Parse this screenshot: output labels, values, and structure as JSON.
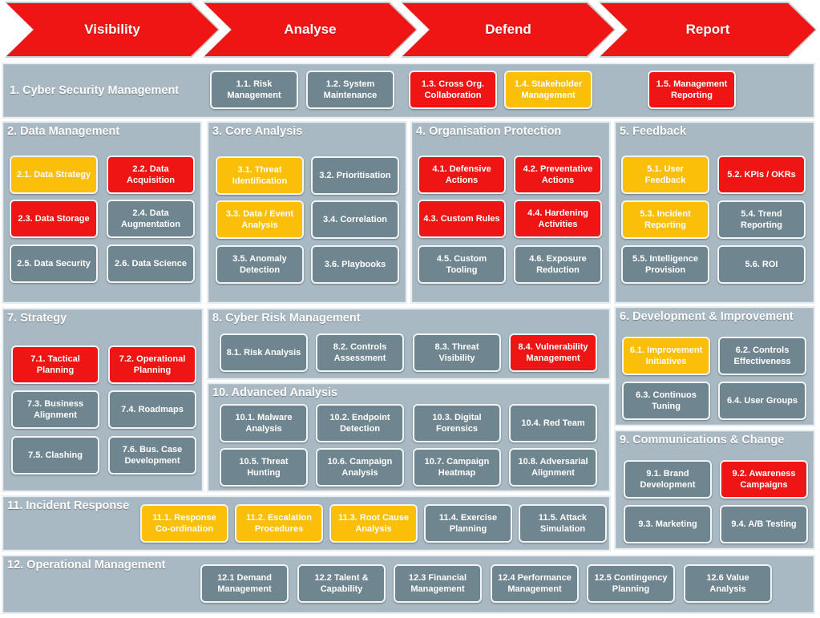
{
  "stages": [
    "Visibility",
    "Analyse",
    "Defend",
    "Report"
  ],
  "colors": {
    "grey": "#6f8690",
    "red": "#ef1515",
    "amber": "#fbbf0a",
    "panel": "#a9b9c3"
  },
  "sections": {
    "s1": {
      "title": "1. Cyber Security Management",
      "items": [
        {
          "label": "1.1. Risk Management",
          "status": "grey"
        },
        {
          "label": "1.2. System Maintenance",
          "status": "grey"
        },
        {
          "label": "1.3. Cross Org. Collaboration",
          "status": "red"
        },
        {
          "label": "1.4. Stakeholder Management",
          "status": "amber"
        },
        {
          "label": "1.5. Management Reporting",
          "status": "red"
        }
      ]
    },
    "s2": {
      "title": "2. Data Management",
      "items": [
        {
          "label": "2.1. Data Strategy",
          "status": "amber"
        },
        {
          "label": "2.2. Data Acquisition",
          "status": "red"
        },
        {
          "label": "2.3. Data Storage",
          "status": "red"
        },
        {
          "label": "2.4. Data Augmentation",
          "status": "grey"
        },
        {
          "label": "2.5. Data Security",
          "status": "grey"
        },
        {
          "label": "2.6. Data Science",
          "status": "grey"
        }
      ]
    },
    "s3": {
      "title": "3. Core Analysis",
      "items": [
        {
          "label": "3.1. Threat Identification",
          "status": "amber"
        },
        {
          "label": "3.2. Prioritisation",
          "status": "grey"
        },
        {
          "label": "3.3. Data / Event Analysis",
          "status": "amber"
        },
        {
          "label": "3.4. Correlation",
          "status": "grey"
        },
        {
          "label": "3.5. Anomaly Detection",
          "status": "grey"
        },
        {
          "label": "3.6. Playbooks",
          "status": "grey"
        }
      ]
    },
    "s4": {
      "title": "4. Organisation Protection",
      "items": [
        {
          "label": "4.1. Defensive Actions",
          "status": "red"
        },
        {
          "label": "4.2. Preventative Actions",
          "status": "red"
        },
        {
          "label": "4.3. Custom Rules",
          "status": "red"
        },
        {
          "label": "4.4. Hardening Activities",
          "status": "red"
        },
        {
          "label": "4.5.  Custom Tooling",
          "status": "grey"
        },
        {
          "label": "4.6. Exposure Reduction",
          "status": "grey"
        }
      ]
    },
    "s5": {
      "title": "5. Feedback",
      "items": [
        {
          "label": "5.1. User Feedback",
          "status": "amber"
        },
        {
          "label": "5.2. KPIs / OKRs",
          "status": "red"
        },
        {
          "label": "5.3. Incident Reporting",
          "status": "amber"
        },
        {
          "label": "5.4. Trend Reporting",
          "status": "grey"
        },
        {
          "label": "5.5. Intelligence Provision",
          "status": "grey"
        },
        {
          "label": "5.6. ROI",
          "status": "grey"
        }
      ]
    },
    "s6": {
      "title": "6. Development & Improvement",
      "items": [
        {
          "label": "6.1. Improvement Initiatives",
          "status": "amber"
        },
        {
          "label": "6.2. Controls Effectiveness",
          "status": "grey"
        },
        {
          "label": "6.3. Continuos Tuning",
          "status": "grey"
        },
        {
          "label": "6.4. User Groups",
          "status": "grey"
        }
      ]
    },
    "s7": {
      "title": "7. Strategy",
      "items": [
        {
          "label": "7.1. Tactical Planning",
          "status": "red"
        },
        {
          "label": "7.2. Operational Planning",
          "status": "red"
        },
        {
          "label": "7.3. Business Alignment",
          "status": "grey"
        },
        {
          "label": "7.4. Roadmaps",
          "status": "grey"
        },
        {
          "label": "7.5. Clashing",
          "status": "grey"
        },
        {
          "label": "7.6. Bus. Case Development",
          "status": "grey"
        }
      ]
    },
    "s8": {
      "title": "8. Cyber Risk Management",
      "items": [
        {
          "label": "8.1. Risk Analysis",
          "status": "grey"
        },
        {
          "label": "8.2. Controls Assessment",
          "status": "grey"
        },
        {
          "label": "8.3. Threat Visibility",
          "status": "grey"
        },
        {
          "label": "8.4. Vulnerability Management",
          "status": "red"
        }
      ]
    },
    "s9": {
      "title": "9. Communications & Change",
      "items": [
        {
          "label": "9.1. Brand Development",
          "status": "grey"
        },
        {
          "label": "9.2. Awareness Campaigns",
          "status": "red"
        },
        {
          "label": "9.3. Marketing",
          "status": "grey"
        },
        {
          "label": "9.4. A/B Testing",
          "status": "grey"
        }
      ]
    },
    "s10": {
      "title": "10. Advanced Analysis",
      "items": [
        {
          "label": "10.1. Malware Analysis",
          "status": "grey"
        },
        {
          "label": "10.2. Endpoint Detection",
          "status": "grey"
        },
        {
          "label": "10.3. Digital Forensics",
          "status": "grey"
        },
        {
          "label": "10.4. Red Team",
          "status": "grey"
        },
        {
          "label": "10.5. Threat Hunting",
          "status": "grey"
        },
        {
          "label": "10.6. Campaign Analysis",
          "status": "grey"
        },
        {
          "label": "10.7. Campaign Heatmap",
          "status": "grey"
        },
        {
          "label": "10.8. Adversarial Alignment",
          "status": "grey"
        }
      ]
    },
    "s11": {
      "title": "11. Incident Response",
      "items": [
        {
          "label": "11.1. Response Co-ordination",
          "status": "amber"
        },
        {
          "label": "11.2. Escalation Procedures",
          "status": "amber"
        },
        {
          "label": "11.3. Root Cause Analysis",
          "status": "amber"
        },
        {
          "label": "11.4. Exercise Planning",
          "status": "grey"
        },
        {
          "label": "11.5. Attack Simulation",
          "status": "grey"
        }
      ]
    },
    "s12": {
      "title": "12. Operational Management",
      "items": [
        {
          "label": "12.1 Demand Management",
          "status": "grey"
        },
        {
          "label": "12.2 Talent & Capability",
          "status": "grey"
        },
        {
          "label": "12.3 Financial Management",
          "status": "grey"
        },
        {
          "label": "12.4 Performance Management",
          "status": "grey"
        },
        {
          "label": "12.5 Contingency Planning",
          "status": "grey"
        },
        {
          "label": "12.6 Value Analysis",
          "status": "grey"
        }
      ]
    }
  }
}
